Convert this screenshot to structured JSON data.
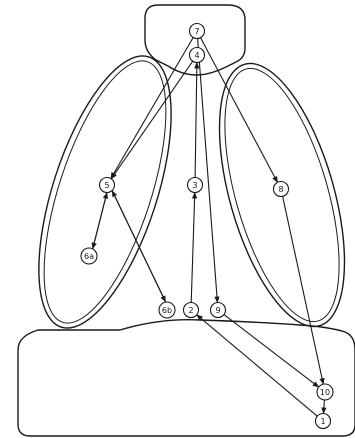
{
  "diagram": {
    "nodes": [
      {
        "id": "n7",
        "label": "7"
      },
      {
        "id": "n4",
        "label": "4"
      },
      {
        "id": "n5",
        "label": "5"
      },
      {
        "id": "n3",
        "label": "3"
      },
      {
        "id": "n8",
        "label": "8"
      },
      {
        "id": "n6a",
        "label": "6a"
      },
      {
        "id": "n6b",
        "label": "6b"
      },
      {
        "id": "n2",
        "label": "2"
      },
      {
        "id": "n9",
        "label": "9"
      },
      {
        "id": "n10",
        "label": "10"
      },
      {
        "id": "n1",
        "label": "1"
      }
    ],
    "edges": [
      {
        "from": "n1",
        "to": "n2"
      },
      {
        "from": "n2",
        "to": "n3"
      },
      {
        "from": "n3",
        "to": "n4"
      },
      {
        "from": "n4",
        "to": "n5"
      },
      {
        "from": "n7",
        "to": "n5"
      },
      {
        "from": "n5",
        "to": "n6a"
      },
      {
        "from": "n6a",
        "to": "n5"
      },
      {
        "from": "n5",
        "to": "n6b"
      },
      {
        "from": "n6b",
        "to": "n5"
      },
      {
        "from": "n7",
        "to": "n9"
      },
      {
        "from": "n7",
        "to": "n8"
      },
      {
        "from": "n8",
        "to": "n10"
      },
      {
        "from": "n9",
        "to": "n10"
      },
      {
        "from": "n10",
        "to": "n1"
      }
    ]
  }
}
